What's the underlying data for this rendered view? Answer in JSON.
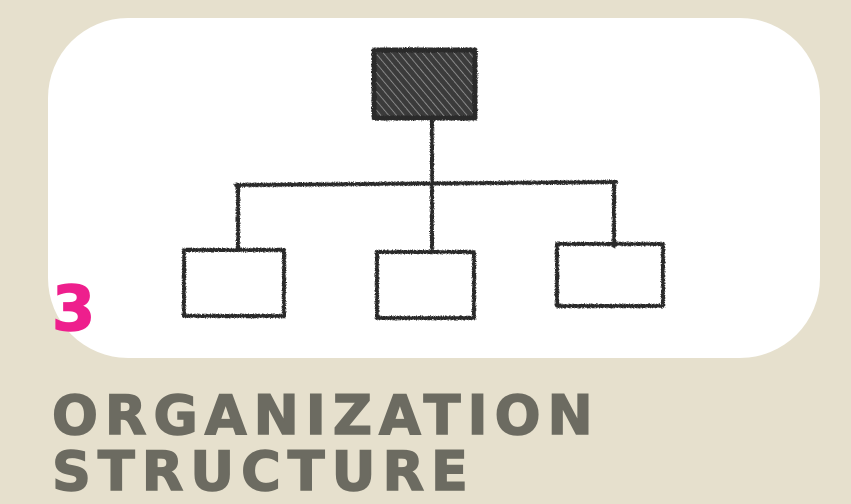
{
  "slide": {
    "number": "3",
    "title_line_1": "ORGANIZATION",
    "title_line_2": "STRUCTURE"
  },
  "colors": {
    "background": "#e6e0cd",
    "card": "#ffffff",
    "number": "#ee1f8d",
    "title": "#6c6b61",
    "sketch": "#2b2b2b"
  },
  "illustration": {
    "icon": "org-chart-sketch-icon",
    "top_boxes": 1,
    "child_boxes": 3
  }
}
